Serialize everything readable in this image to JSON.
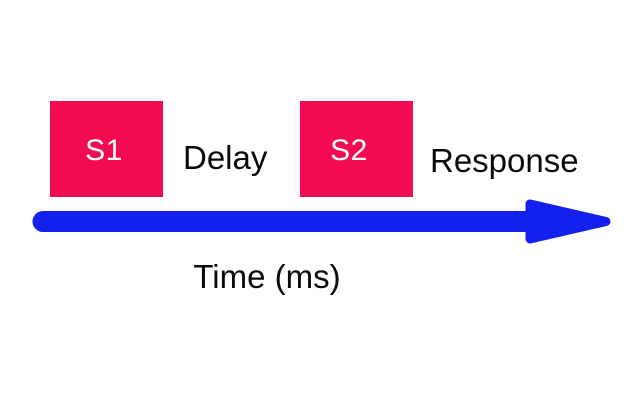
{
  "diagram": {
    "stimuli": [
      {
        "label": "S1"
      },
      {
        "label": "S2"
      }
    ],
    "annotations": {
      "delay": "Delay",
      "response": "Response"
    },
    "axis_label": "Time (ms)"
  },
  "colors": {
    "stimulus_fill": "#F40A50",
    "stimulus_text": "#FFFFFF",
    "label_text": "#0A0A0A",
    "arrow": "#1320EE",
    "background": "#FFFFFF"
  }
}
